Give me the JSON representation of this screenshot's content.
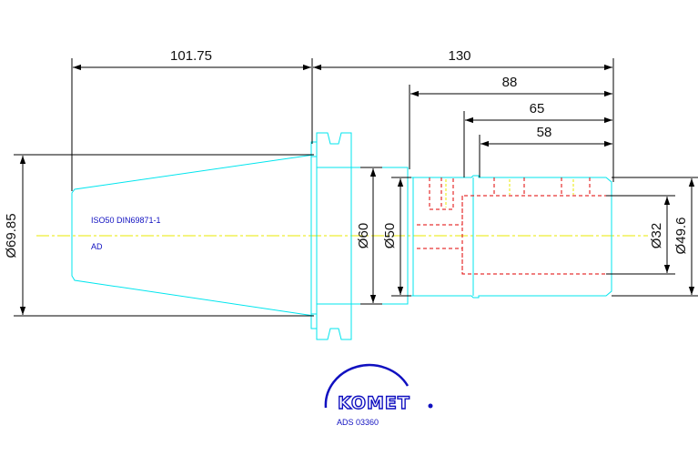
{
  "dimensions": {
    "top_left": "101.75",
    "top_total": "130",
    "d88": "88",
    "d65": "65",
    "d58": "58",
    "dia_69_85": "Ø69.85",
    "dia_60": "Ø60",
    "dia_50": "Ø50",
    "dia_32": "Ø32",
    "dia_49_6": "Ø49.6"
  },
  "notes": {
    "standard": "ISO50 DIN69871-1",
    "variant": "AD"
  },
  "logo": {
    "brand": "KOMET",
    "part_number": "ADS 03360"
  },
  "colors": {
    "outline": "#00e5ee",
    "centerline": "#e8e800",
    "hidden": "#e00000",
    "dimension": "#000000",
    "note": "#1010c0"
  }
}
